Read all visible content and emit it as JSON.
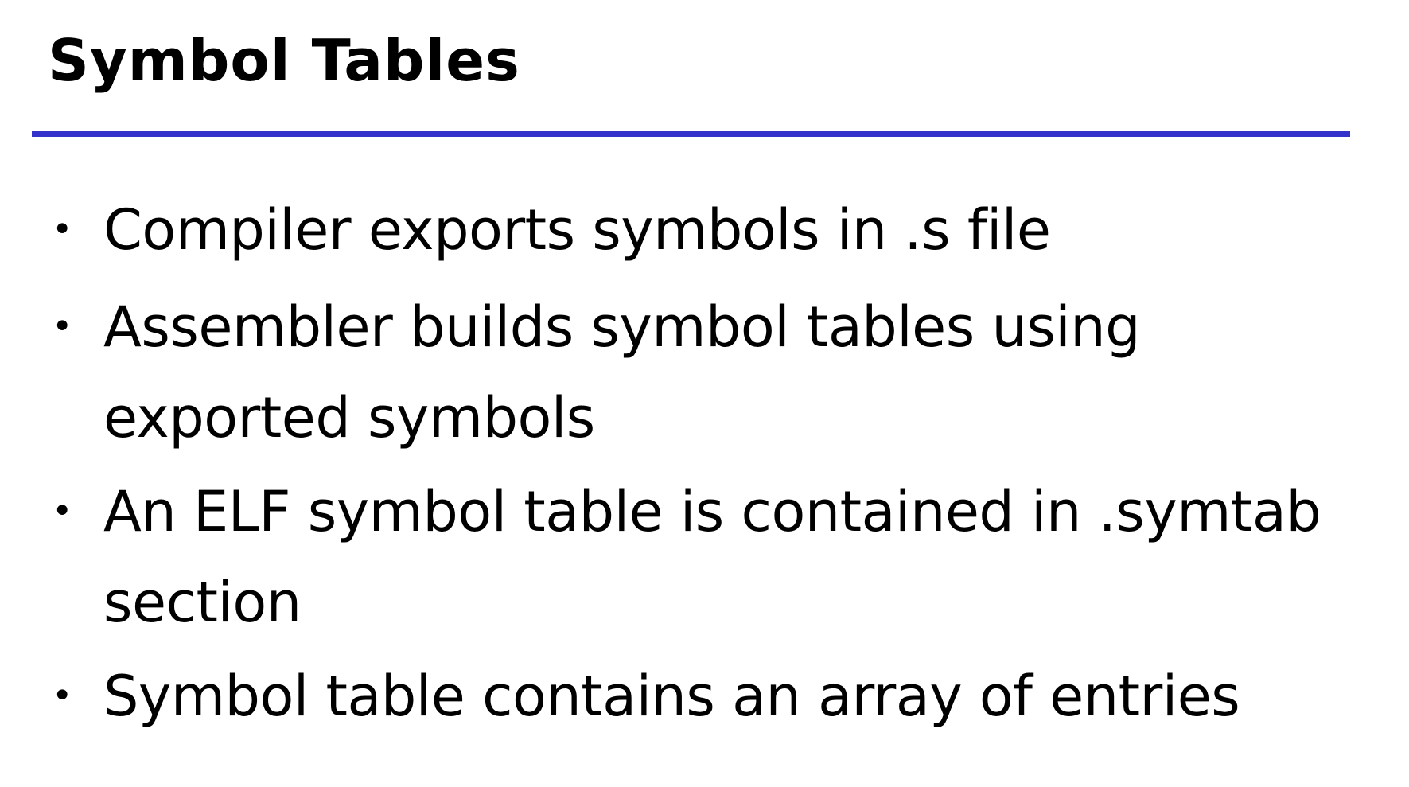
{
  "slide": {
    "title": "Symbol Tables",
    "accent_color": "#3333cc",
    "bullet_glyph": "•",
    "bullets": [
      {
        "text": "Compiler exports symbols in .s file"
      },
      {
        "text": "Assembler builds symbol tables using exported symbols"
      },
      {
        "text": "An ELF symbol table is contained in .symtab section"
      },
      {
        "text": "Symbol table contains an array of entries"
      }
    ]
  }
}
